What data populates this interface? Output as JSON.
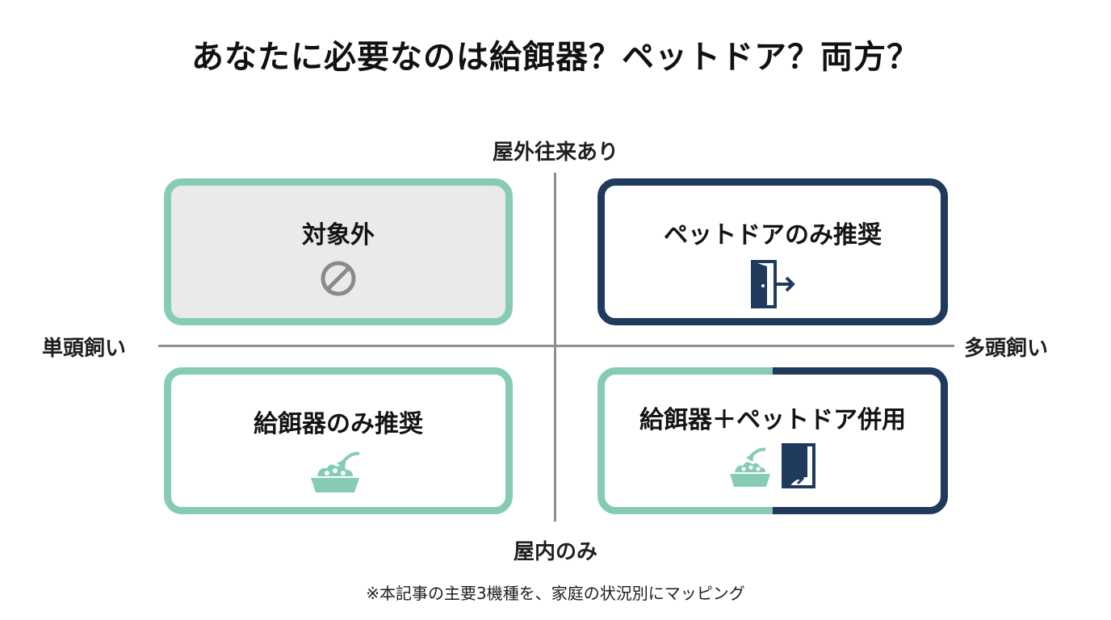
{
  "title": "あなたに必要なのは給餌器？ペットドア？両方？",
  "axes": {
    "top": "屋外往来あり",
    "bottom": "屋内のみ",
    "left": "単頭飼い",
    "right": "多頭飼い"
  },
  "quadrants": {
    "top_left": {
      "label": "対象外",
      "icon": "prohibited-icon"
    },
    "top_right": {
      "label": "ペットドアのみ推奨",
      "icon": "door-exit-icon"
    },
    "bottom_left": {
      "label": "給餌器のみ推奨",
      "icon": "food-bowl-icon"
    },
    "bottom_right": {
      "label": "給餌器＋ペットドア併用",
      "icon": "bowl-and-door-icon"
    }
  },
  "colors": {
    "mint": "#86ccb5",
    "navy": "#1f3a5c",
    "gray_fill": "#eaeaea",
    "axis": "#8f8f8f"
  },
  "footnote": "※本記事の主要3機種を、家庭の状況別にマッピング"
}
